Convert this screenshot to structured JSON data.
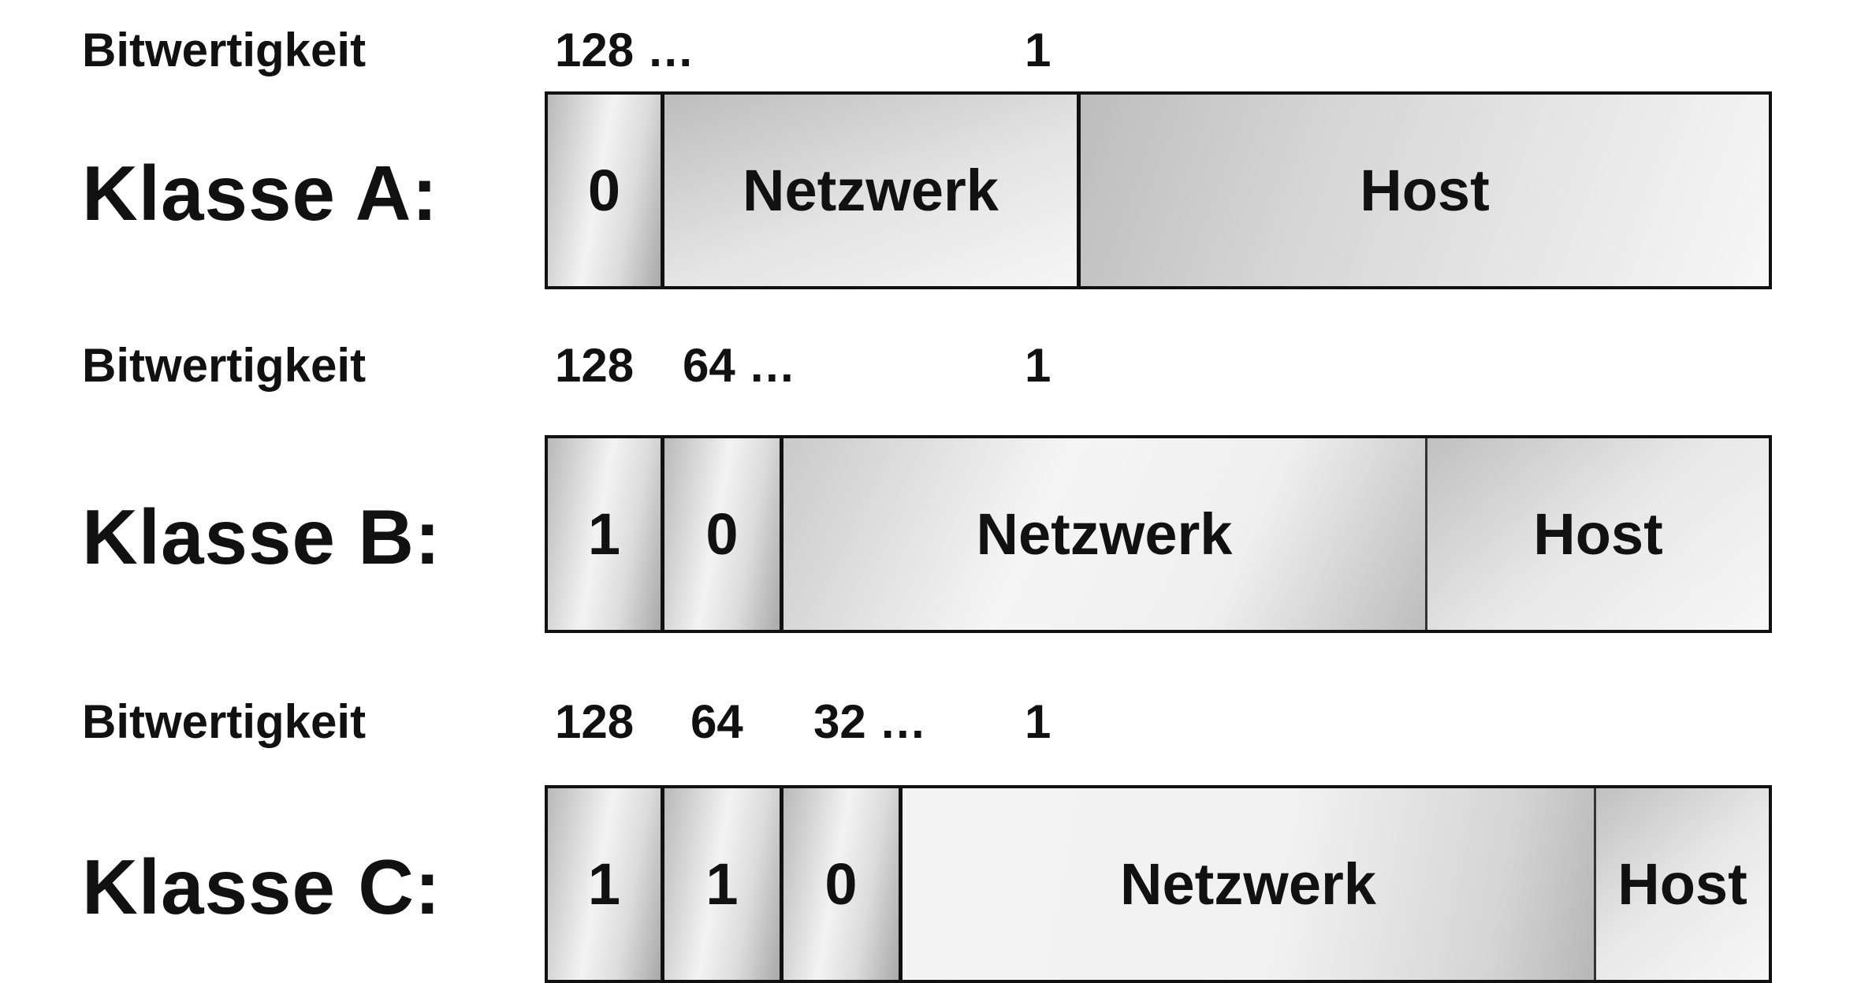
{
  "bit_weight_label": "Bitwertigkeit",
  "classes": [
    {
      "label": "Klasse A:",
      "weights": [
        "128 …",
        "1"
      ],
      "cells": [
        "0",
        "Netzwerk",
        "Host"
      ]
    },
    {
      "label": "Klasse B:",
      "weights": [
        "128",
        "64 …",
        "1"
      ],
      "cells": [
        "1",
        "0",
        "Netzwerk",
        "Host"
      ]
    },
    {
      "label": "Klasse C:",
      "weights": [
        "128",
        "64",
        "32 …",
        "1"
      ],
      "cells": [
        "1",
        "1",
        "0",
        "Netzwerk",
        "Host"
      ]
    }
  ]
}
